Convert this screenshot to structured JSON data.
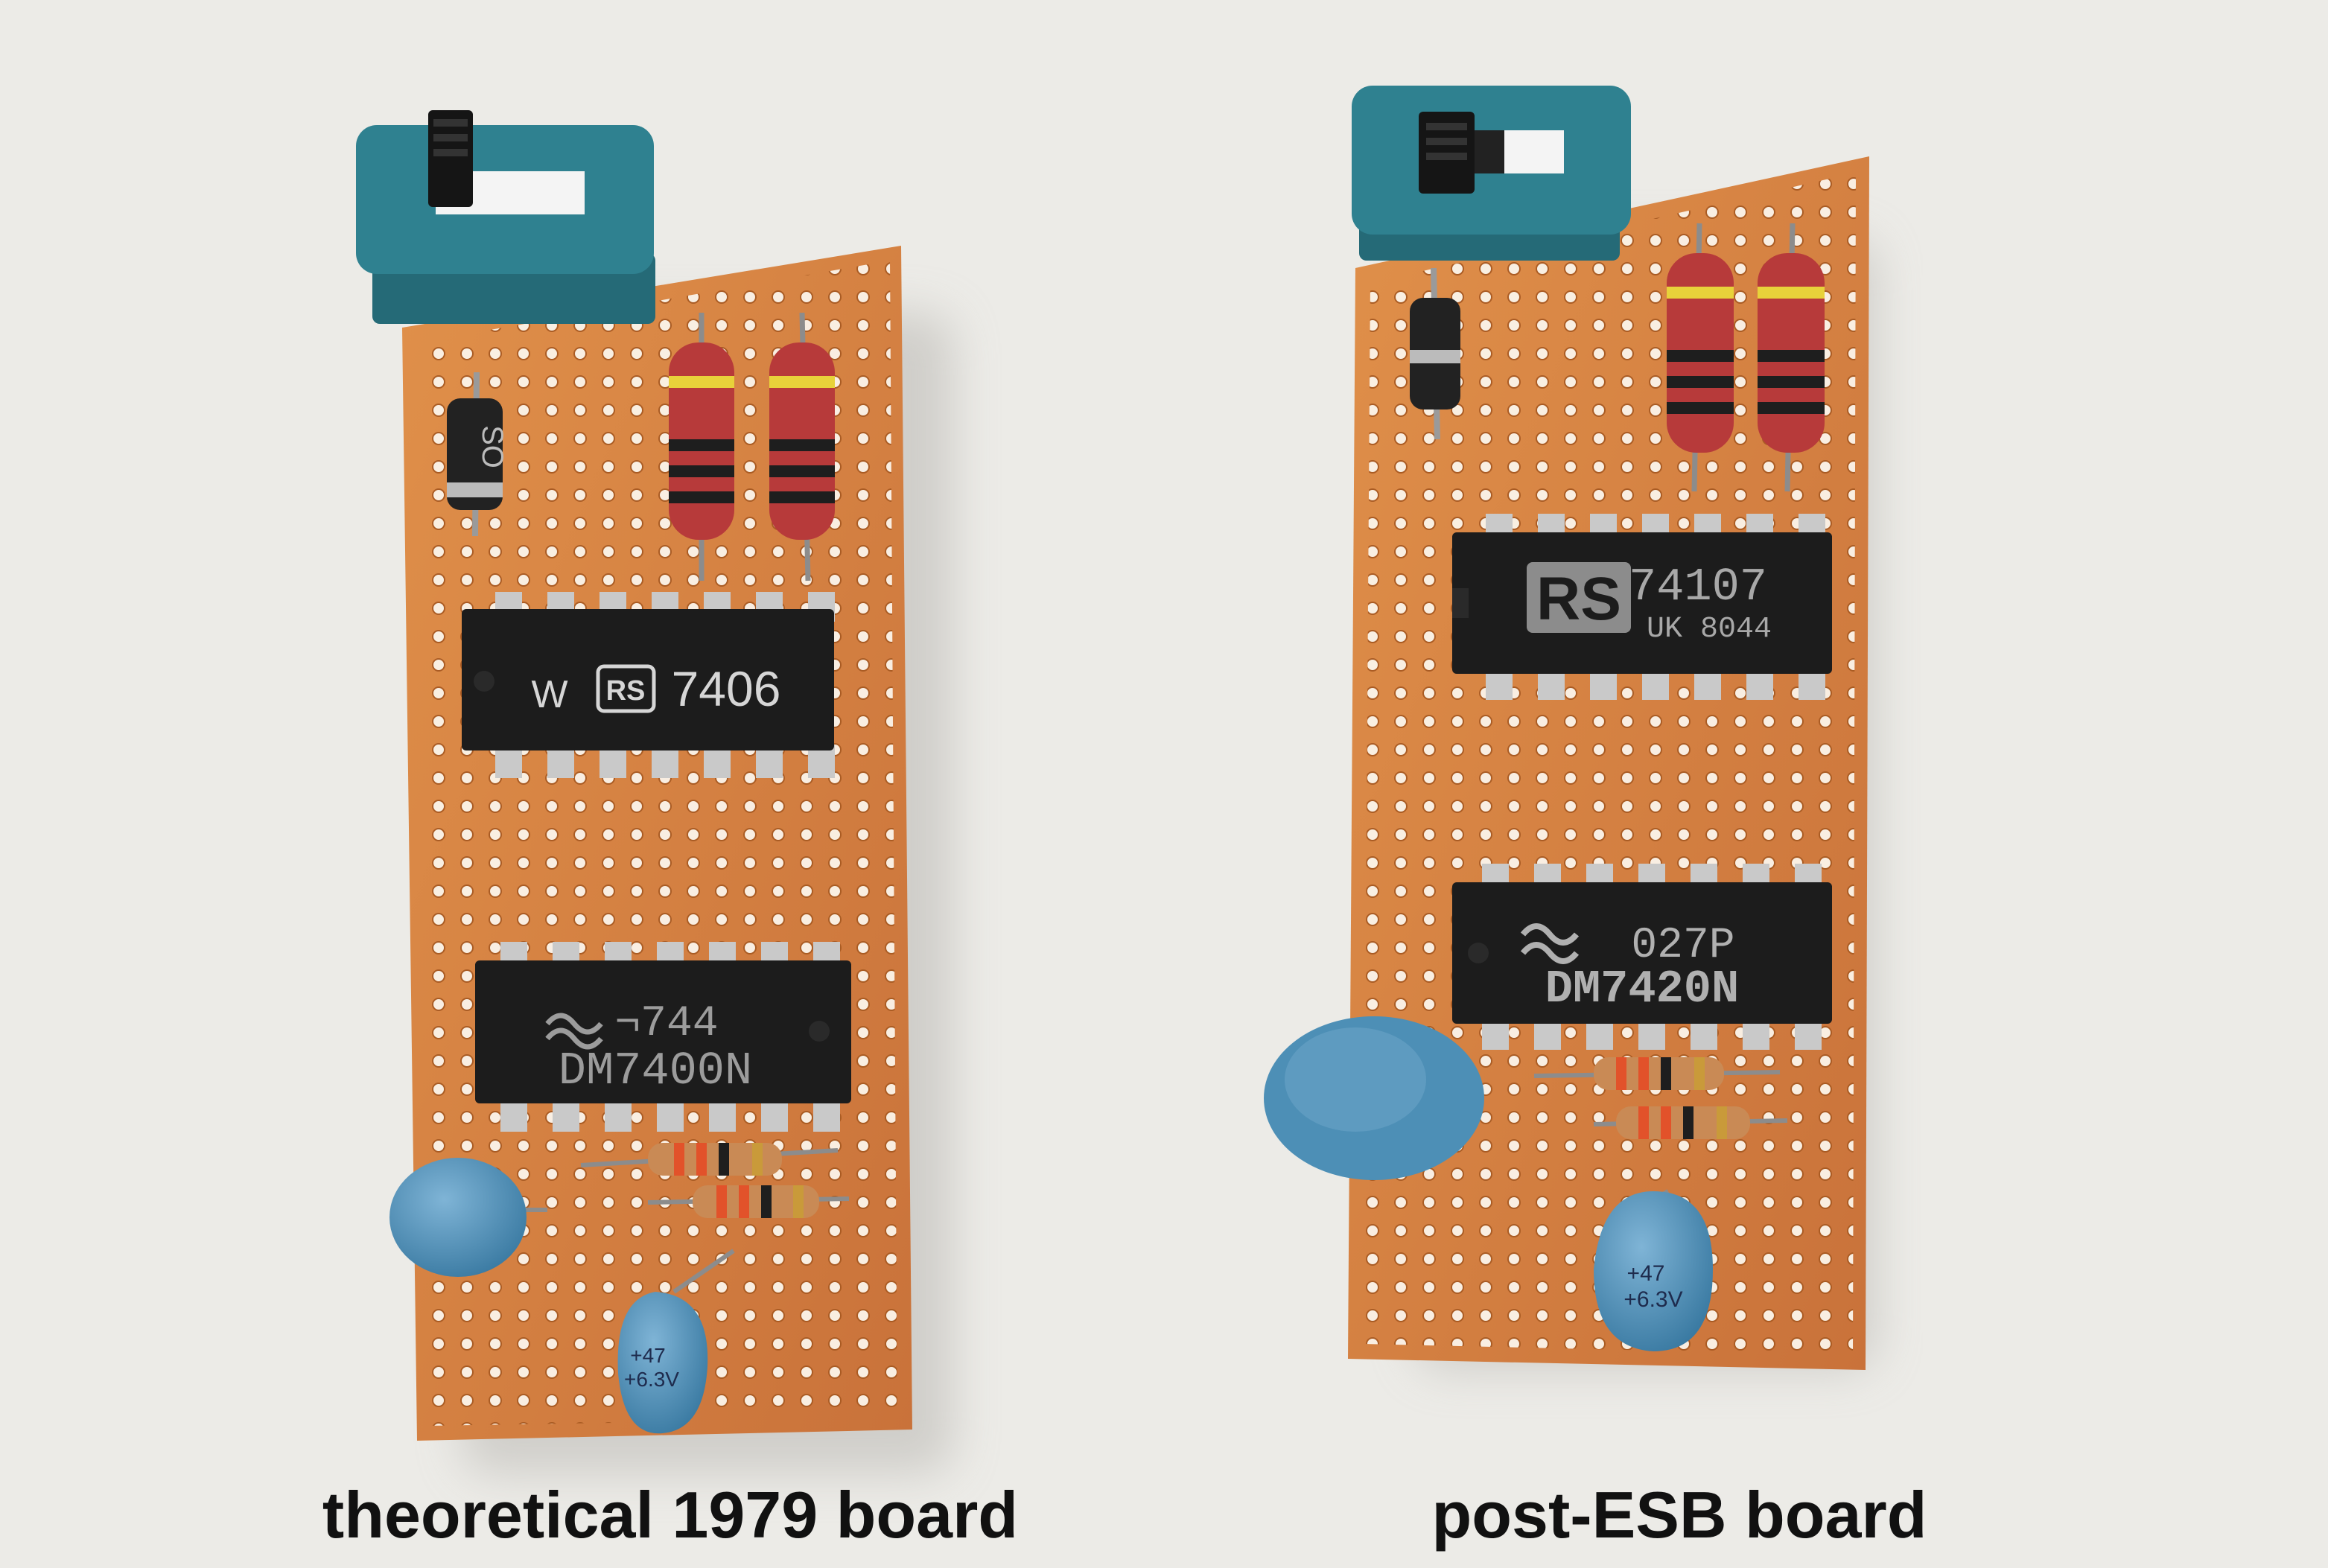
{
  "photo": {
    "background_color": "#ecebe7",
    "board_color": "#d9853f",
    "switch_color": "#2f8190",
    "ic_color": "#1c1c1c",
    "capacitor_color": "#4d8fb6"
  },
  "captions": {
    "left": "theoretical 1979 board",
    "right": "post-ESB board"
  },
  "left_board": {
    "chips": [
      {
        "prefix": "W",
        "logo": "RS",
        "code": "7406",
        "line2": ""
      },
      {
        "logo": "national-semiconductor-logo",
        "code": "¬744",
        "line2": "DM7400N"
      }
    ],
    "capacitor_label": [
      "+47",
      "+6.3V"
    ],
    "diode_label": "SO"
  },
  "right_board": {
    "chips": [
      {
        "logo": "RS",
        "code": "74107",
        "line2": "UK 8044"
      },
      {
        "logo": "national-semiconductor-logo",
        "code": "027P",
        "line2": "DM7420N"
      }
    ],
    "capacitor_label": [
      "+47",
      "+6.3V"
    ]
  }
}
